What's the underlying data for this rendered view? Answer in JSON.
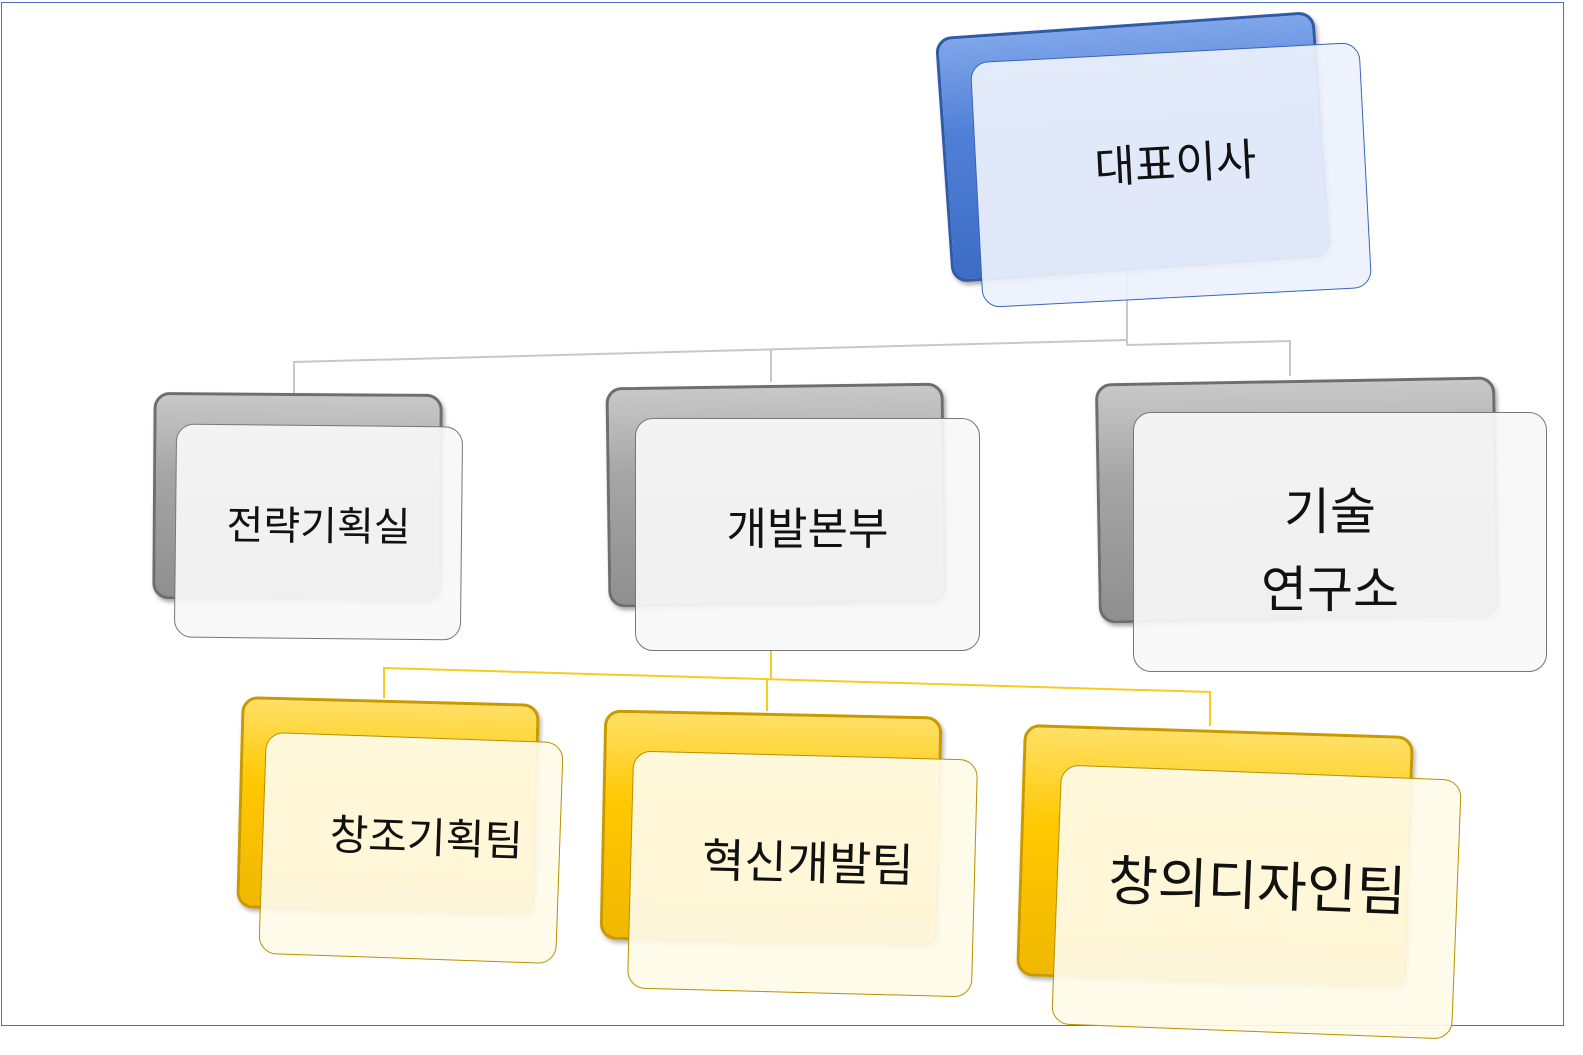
{
  "org_chart": {
    "root": {
      "label": "대표이사"
    },
    "level2": [
      {
        "label": "전략기획실"
      },
      {
        "label": "개발본부"
      },
      {
        "label": "기술\n연구소",
        "line1": "기술",
        "line2": "연구소"
      }
    ],
    "level3": [
      {
        "label": "창조기획팀"
      },
      {
        "label": "혁신개발팀"
      },
      {
        "label": "창의디자인팀"
      }
    ]
  },
  "colors": {
    "root": "#4f7fd6",
    "level2": "#a5a5a5",
    "level3": "#ffc800",
    "frame": "#4a72c0"
  }
}
